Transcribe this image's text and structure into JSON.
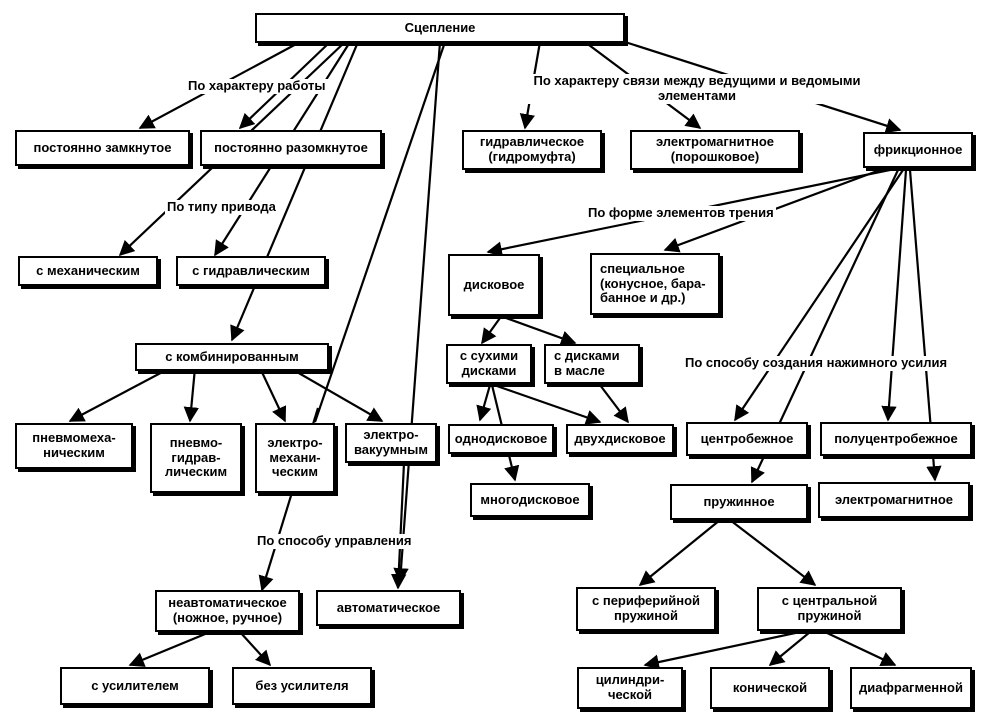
{
  "nodes": {
    "root": "Сцепление",
    "normally_closed": "постоянно замкнутое",
    "normally_open": "постоянно разомкнутое",
    "mechanical": "с механическим",
    "hydraulic": "с гидравлическим",
    "combined": "с комбинированным",
    "pneumo_mech": "пневмомеха-\nническим",
    "pneumo_hydraulic": "пневмо-\nгидрав-\nлическим",
    "electro_mech": "электро-\nмехани-\nческим",
    "electro_vacuum": "электро-\nвакуумным",
    "non_automatic": "неавтоматическое\n(ножное, ручное)",
    "automatic": "автоматическое",
    "with_booster": "с усилителем",
    "without_booster": "без усилителя",
    "fluid_coupling": "гидравлическое\n(гидромуфта)",
    "electromagnetic_powder": "электромагнитное\n(порошковое)",
    "friction": "фрикционное",
    "disc": "дисковое",
    "special": "специальное\n(конусное, бара-\nбанное и др.)",
    "dry_discs": "с сухими\nдисками",
    "oil_discs": "с дисками\nв масле",
    "single_disc": "однодисковое",
    "double_disc": "двухдисковое",
    "multi_disc": "многодисковое",
    "centrifugal": "центробежное",
    "semi_centrifugal": "полуцентробежное",
    "electromagnetic": "электромагнитное",
    "spring": "пружинное",
    "peripheral_spring": "с периферийной\nпружиной",
    "central_spring": "с центральной\nпружиной",
    "cylindrical": "цилиндри-\nческой",
    "conical": "конической",
    "diaphragm": "диафрагменной"
  },
  "labels": {
    "by_operation": "По характеру работы",
    "by_connection": "По характеру связи между ведущими и ведомыми\nэлементами",
    "by_drive": "По типу привода",
    "by_friction_form": "По форме элементов трения",
    "by_force": "По способу создания нажимного усилия",
    "by_control": "По способу управления"
  }
}
